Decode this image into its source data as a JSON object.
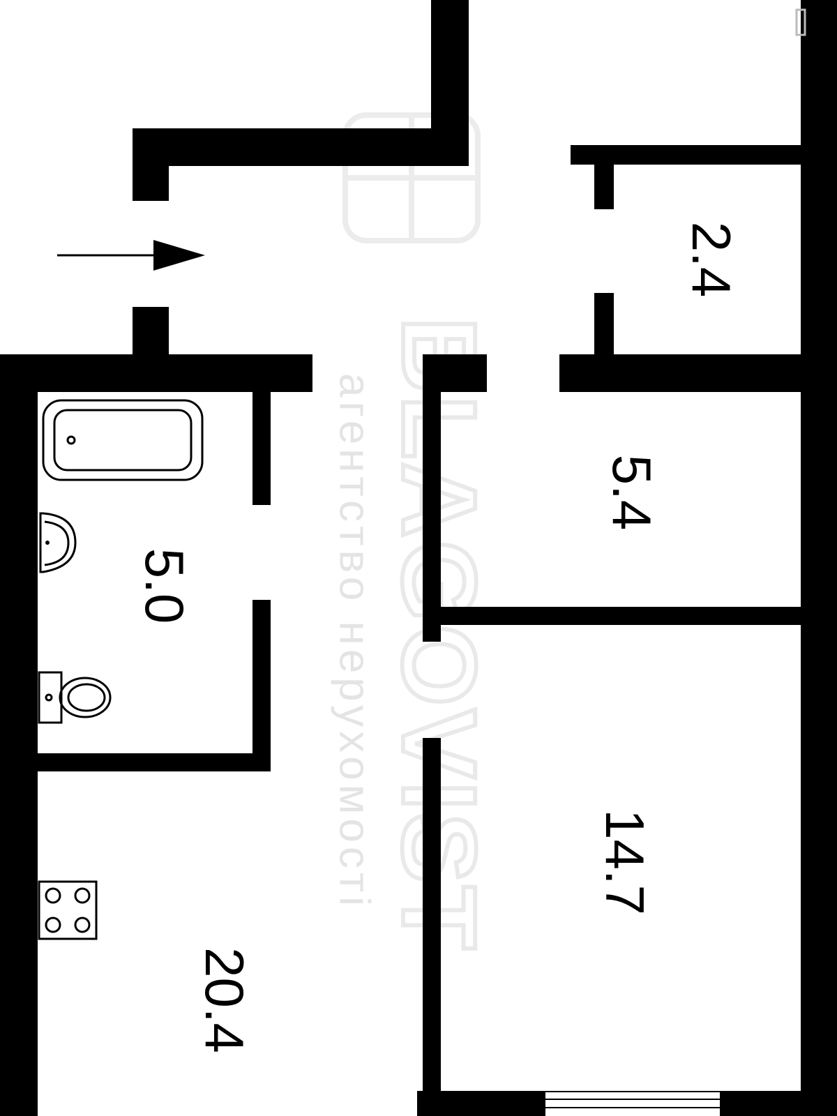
{
  "plan": {
    "rooms": [
      {
        "id": "storage",
        "area": "2.4"
      },
      {
        "id": "corridor",
        "area": "5.4"
      },
      {
        "id": "bathroom",
        "area": "5.0"
      },
      {
        "id": "room",
        "area": "14.7"
      },
      {
        "id": "kitchen",
        "area": "20.4"
      }
    ],
    "entrance_arrow": "arrow-right-icon",
    "colors": {
      "wall": "#000000",
      "background": "#ffffff",
      "watermark": "#e6e6e6"
    }
  },
  "watermark": {
    "brand": "BLAGOVIST",
    "tagline": "агентство нерухомості"
  }
}
